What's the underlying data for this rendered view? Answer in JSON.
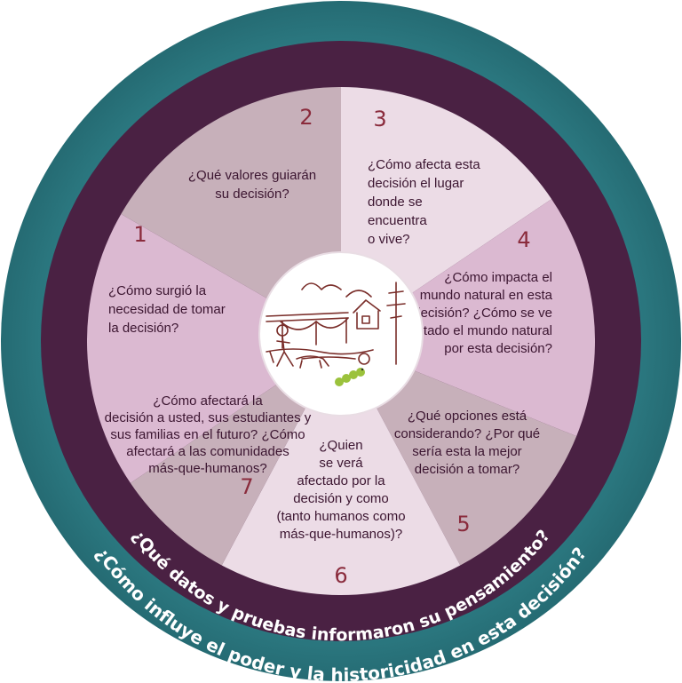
{
  "colors": {
    "outer_ring": "#2c7c84",
    "inner_ring": "#4a2143",
    "number_color": "#8a2b3c",
    "text_color": "#3b1530",
    "center_disc": "#ffffff",
    "seg_1": "#dbb9d1",
    "seg_2": "#c7b0ba",
    "seg_3": "#ecdce6",
    "seg_4": "#dbb9d1",
    "seg_5": "#c7b0ba",
    "seg_6": "#ecdce6",
    "seg_7": "#c7b0ba"
  },
  "center_illustration": {
    "icon": "field-trip-sketch-icon"
  },
  "segments": [
    {
      "number": "1",
      "lines": [
        "¿Cómo surgió la",
        "necesidad de tomar",
        "la decisión?"
      ]
    },
    {
      "number": "2",
      "lines": [
        "¿Qué valores guiarán",
        "su decisión?"
      ]
    },
    {
      "number": "3",
      "lines": [
        "¿Cómo afecta esta",
        "decisión el lugar",
        "donde se",
        "encuentra",
        "o vive?"
      ]
    },
    {
      "number": "4",
      "lines": [
        "¿Cómo impacta el",
        "mundo natural en esta",
        "decisión? ¿Cómo se ve",
        "afectado el mundo natural",
        "por esta decisión?"
      ]
    },
    {
      "number": "5",
      "lines": [
        "¿Qué opciones está",
        "considerando? ¿Por qué",
        "sería esta la mejor",
        "decisión a tomar?"
      ]
    },
    {
      "number": "6",
      "lines": [
        "¿Quien",
        "se verá",
        "afectado por la",
        "decisión y como",
        "(tanto humanos como",
        "más-que-humanos)?"
      ]
    },
    {
      "number": "7",
      "lines": [
        "¿Cómo afectará la",
        "decisión a usted, sus estudiantes y",
        "sus familias en el futuro? ¿Cómo",
        "afectará a las comunidades",
        "más-que-humanos?"
      ]
    }
  ],
  "inner_ring_question": "¿Qué datos y pruebas informaron su pensamiento?",
  "outer_ring_question": "¿Cómo influye el poder y la historicidad en esta decisión?"
}
